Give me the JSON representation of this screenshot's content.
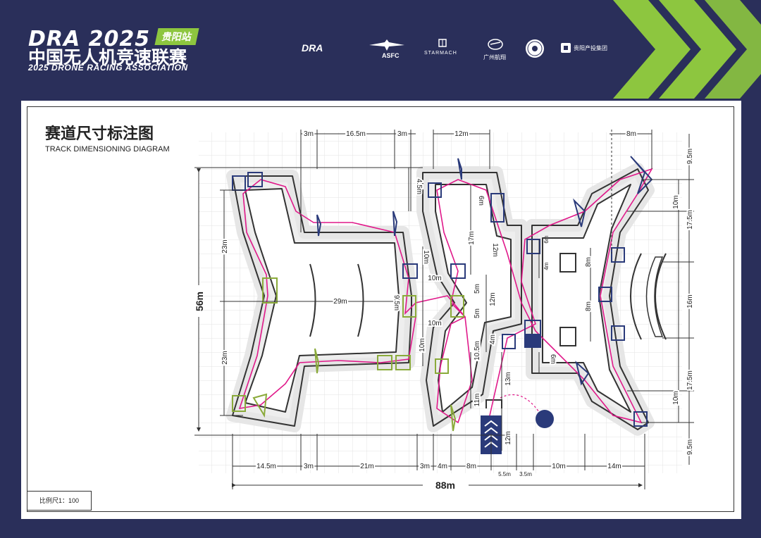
{
  "header": {
    "brand_title": "DRA 2025",
    "station_badge": "贵阳站",
    "brand_cn": "中国无人机竞速联赛",
    "brand_en": "2025 DRONE RACING ASSOCIATION",
    "logos": [
      {
        "name": "dra-logo",
        "text": "DRA"
      },
      {
        "name": "asfc-logo",
        "text": "ASFC"
      },
      {
        "name": "starmach-logo",
        "text": "STARMACH"
      },
      {
        "name": "guangzhou-logo",
        "text": "广州航翔"
      },
      {
        "name": "seal-logo",
        "text": ""
      },
      {
        "name": "guiyang-group-logo",
        "text": "贵阳产投集团"
      }
    ]
  },
  "page": {
    "title_cn": "赛道尺寸标注图",
    "title_en": "TRACK DIMENSIONING DIAGRAM",
    "scale_label": "比例尺1：100"
  },
  "dimensions": {
    "total_width": "88m",
    "total_height": "56m",
    "top": [
      "3m",
      "16.5m",
      "3m",
      "12m",
      "8m"
    ],
    "bottom": [
      "14.5m",
      "3m",
      "21m",
      "3m",
      "4m",
      "8m",
      "10m",
      "14m"
    ],
    "bottom_small": [
      "5.5m",
      "3.5m"
    ],
    "right": [
      "9.5m",
      "17.5m",
      "16m",
      "17.5m",
      "9.5m"
    ],
    "right_inner": [
      "10m",
      "10m"
    ],
    "left_inner": [
      "23m",
      "23m"
    ],
    "center_span": "29m",
    "left_mid": [
      "4.5m",
      "10m",
      "10m",
      "9.5m",
      "10m",
      "10m"
    ],
    "center_vertical": [
      "6m",
      "17m",
      "12m",
      "5m",
      "5m",
      "12m",
      "4m",
      "10.5m",
      "11m",
      "13m",
      "12m"
    ],
    "right_mid": [
      "6m",
      "4m",
      "8m",
      "8m",
      "6m"
    ]
  },
  "colors": {
    "navy": "#2a2f5a",
    "accent_green": "#8dc63f",
    "track_path": "#e0198a",
    "gate_blue": "#2a3a7a",
    "gate_green": "#8aaa3a"
  }
}
